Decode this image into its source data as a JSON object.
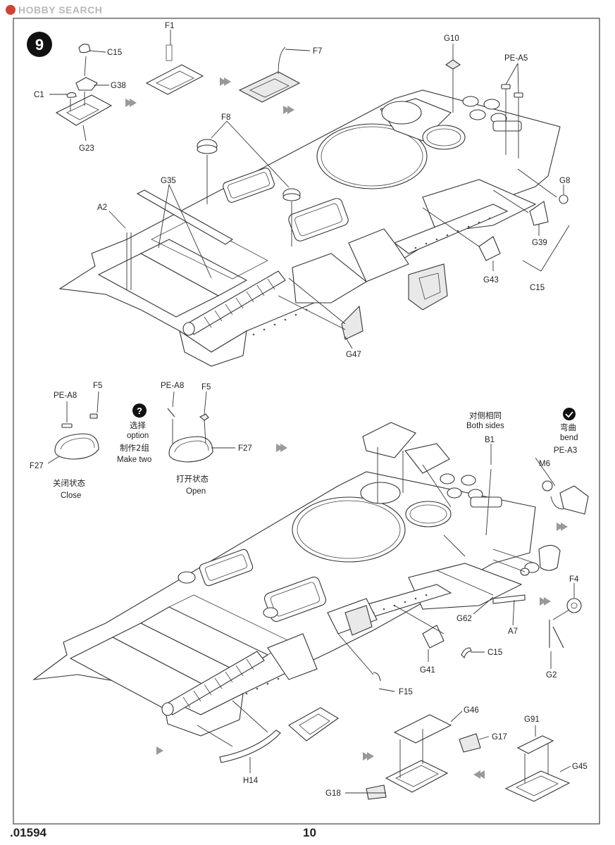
{
  "watermark": "HOBBY SEARCH",
  "step_number": "9",
  "footer": {
    "product_code": ".01594",
    "page_number": "10"
  },
  "top_labels": {
    "C15": "C15",
    "G38": "G38",
    "C1": "C1",
    "G23": "G23",
    "F1": "F1",
    "F7": "F7",
    "F8": "F8",
    "G35": "G35",
    "A2": "A2",
    "G10": "G10",
    "PE_A5": "PE-A5",
    "G8": "G8",
    "G39": "G39",
    "G43": "G43",
    "C15b": "C15",
    "G47": "G47"
  },
  "hatch_variants": {
    "left": {
      "PE_A8": "PE-A8",
      "F5": "F5",
      "F27": "F27",
      "cn": "关闭状态",
      "en": "Close"
    },
    "right": {
      "PE_A8": "PE-A8",
      "F5": "F5",
      "F27": "F27",
      "cn": "打开状态",
      "en": "Open"
    },
    "option": {
      "badge": "?",
      "cn1": "选择",
      "en1": "option",
      "cn2": "制作2组",
      "en2": "Make two"
    }
  },
  "bottom_labels": {
    "both_sides_cn": "对侧相同",
    "both_sides_en": "Both sides",
    "B1": "B1",
    "bend_cn": "弯曲",
    "bend_en": "bend",
    "PE_A3": "PE-A3",
    "M6": "M6",
    "F4": "F4",
    "G2": "G2",
    "G62": "G62",
    "A7": "A7",
    "G41": "G41",
    "C15": "C15",
    "F15": "F15",
    "G46": "G46",
    "G17": "G17",
    "G91": "G91",
    "G45": "G45",
    "H14": "H14",
    "G18": "G18"
  },
  "icons": {
    "step_badge": "step-number-badge",
    "option_badge": "question-badge",
    "bend_badge": "bend-badge",
    "arrow": "direction-arrow-icon"
  }
}
